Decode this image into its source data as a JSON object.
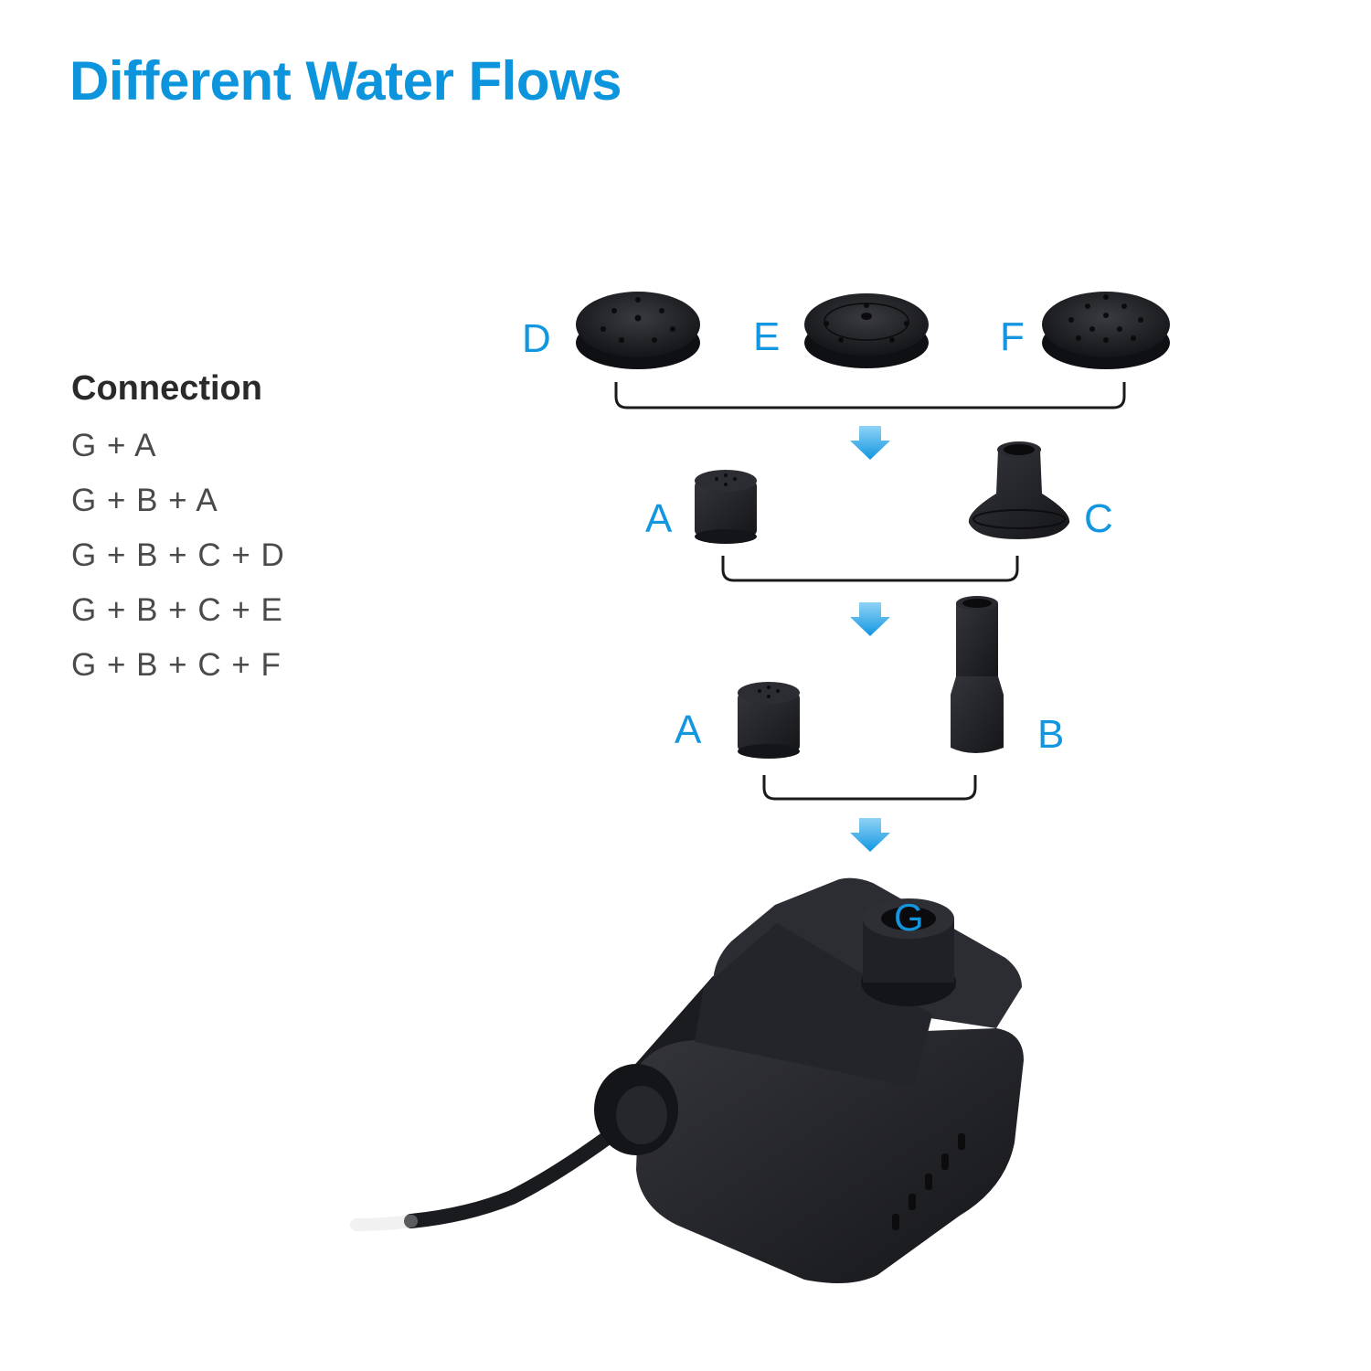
{
  "title": "Different Water Flows",
  "connection": {
    "heading": "Connection",
    "items": [
      "G + A",
      "G + B + A",
      "G + B + C + D",
      "G + B + C + E",
      "G + B + C + F"
    ]
  },
  "parts": {
    "D": "D",
    "E": "E",
    "F": "F",
    "A_top": "A",
    "C": "C",
    "A_bottom": "A",
    "B": "B",
    "G": "G"
  },
  "colors": {
    "accent": "#0c94dc",
    "part": "#1c1d21",
    "text": "#4a4a4a"
  }
}
